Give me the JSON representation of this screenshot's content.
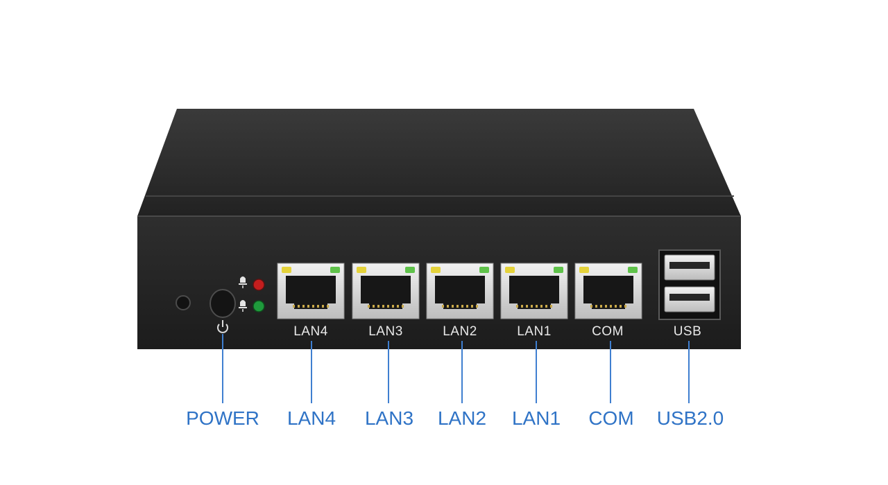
{
  "panel_labels": {
    "lan4": "LAN4",
    "lan3": "LAN3",
    "lan2": "LAN2",
    "lan1": "LAN1",
    "com": "COM",
    "usb": "USB"
  },
  "callouts": {
    "power": "POWER",
    "lan4": "LAN4",
    "lan3": "LAN3",
    "lan2": "LAN2",
    "lan1": "LAN1",
    "com": "COM",
    "usb": "USB2.0"
  },
  "colors": {
    "callout_text": "#2f73c6",
    "leader_line": "#3f7fd0",
    "chassis": "#2b2b2b",
    "led_red": "#c41e1e",
    "led_green": "#1f9a3c"
  }
}
